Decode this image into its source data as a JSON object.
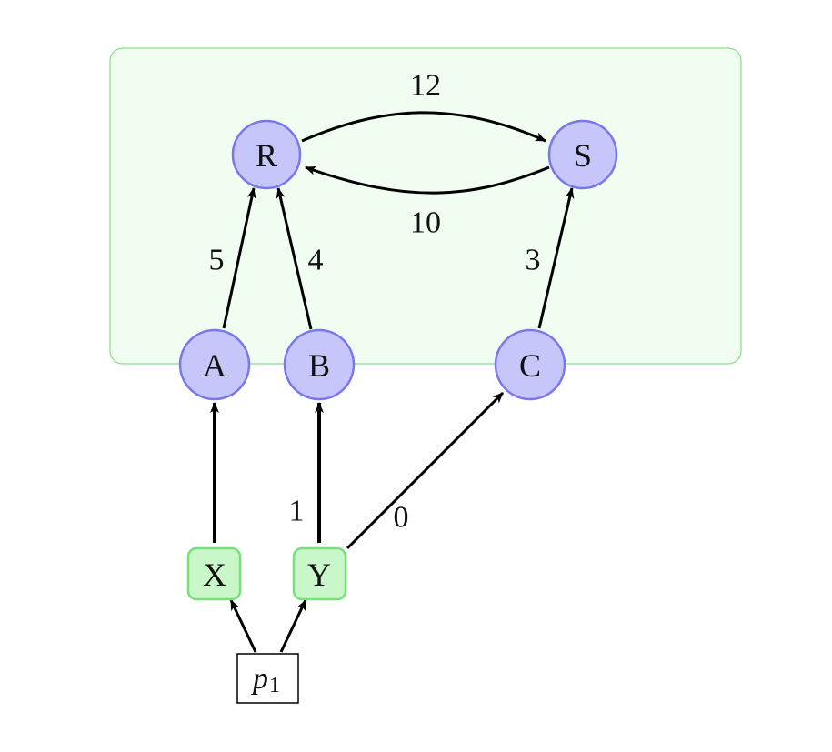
{
  "nodes": {
    "R": "R",
    "S": "S",
    "A": "A",
    "B": "B",
    "C": "C",
    "X": "X",
    "Y": "Y",
    "p_base": "p",
    "p_sub": "1"
  },
  "edge_labels": {
    "R_to_S": "12",
    "S_to_R": "10",
    "A_to_R": "5",
    "B_to_R": "4",
    "C_to_S": "3",
    "Y_to_B": "1",
    "Y_to_C": "0"
  },
  "colors": {
    "circle_fill": "#c6c6fb",
    "circle_stroke": "#7777ee",
    "square_fill": "#c9f7c9",
    "square_stroke": "#77e077",
    "region_fill": "#f1fdf1",
    "region_stroke": "#88e088"
  }
}
